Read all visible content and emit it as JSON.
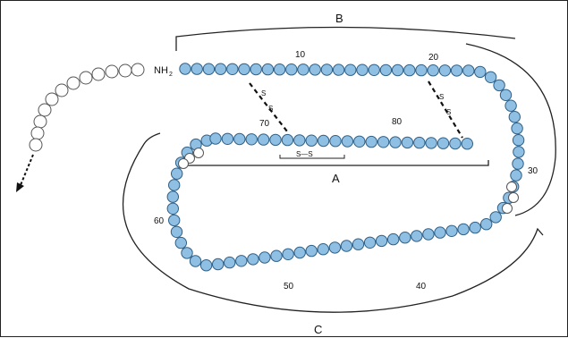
{
  "diagram": {
    "labels": {
      "region_a": "A",
      "region_b": "B",
      "region_c": "C",
      "n_terminus": "NH",
      "n_terminus_sub": "2",
      "disulfide": "S—S",
      "sulfur": "S"
    },
    "position_numbers": [
      "10",
      "20",
      "30",
      "40",
      "50",
      "60",
      "70",
      "80"
    ],
    "colors": {
      "residue_fill": "#8fc0e4",
      "residue_stroke": "#2f5f86",
      "cleaved_fill": "#ffffff",
      "line": "#222222"
    }
  }
}
